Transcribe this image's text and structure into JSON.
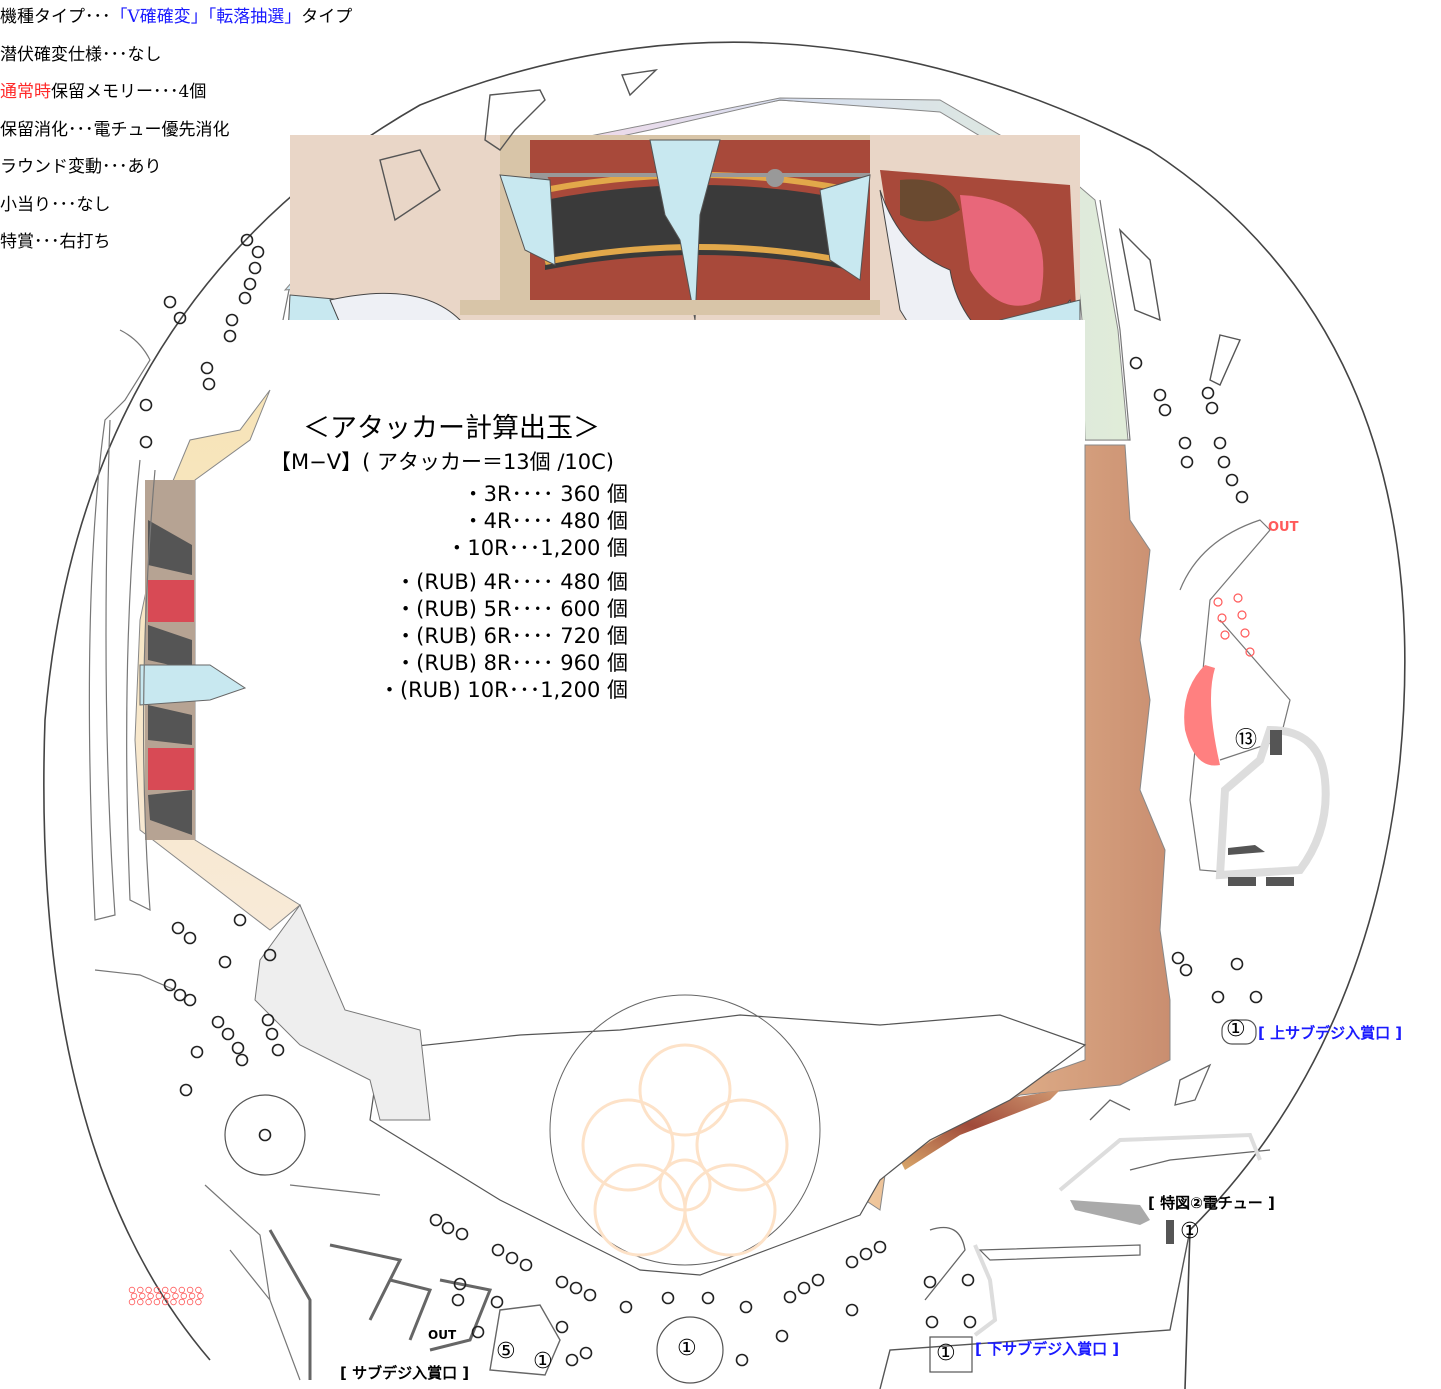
{
  "specs": [
    {
      "parts": [
        {
          "t": "機種タイプ･･･",
          "c": ""
        },
        {
          "t": "「V確確変」「転落抽選」",
          "c": "blue"
        },
        {
          "t": "タイプ",
          "c": ""
        }
      ]
    },
    {
      "parts": [
        {
          "t": "潜伏確変仕様･･･なし",
          "c": ""
        }
      ]
    },
    {
      "parts": [
        {
          "t": "通常時",
          "c": "red"
        },
        {
          "t": "保留メモリー･･･4個",
          "c": ""
        }
      ]
    },
    {
      "parts": [
        {
          "t": "保留消化･･･電チュー優先消化",
          "c": ""
        }
      ]
    },
    {
      "parts": [
        {
          "t": "ラウンド変動･･･あり",
          "c": ""
        }
      ]
    },
    {
      "parts": [
        {
          "t": "小当り･･･なし",
          "c": ""
        }
      ]
    },
    {
      "parts": [
        {
          "t": "特賞･･･右打ち",
          "c": ""
        }
      ]
    }
  ],
  "calc": {
    "title": "＜アタッカー計算出玉＞",
    "subtitle": "【M−V】( アタッカー＝13個 /10C)",
    "rows": [
      "・3R････ 360 個",
      "・4R････ 480 個",
      "・10R･･･1,200 個",
      "・(RUB) 4R････ 480 個",
      "・(RUB) 5R････ 600 個",
      "・(RUB) 6R････ 720 個",
      "・(RUB) 8R････ 960 個",
      "・(RUB) 10R･･･1,200 個"
    ]
  },
  "labels": {
    "upper_sub_digit": "[ 上サブデジ入賞口 ]",
    "lower_sub_digit": "[ 下サブデジ入賞口 ]",
    "sub_digit": "[ サブデジ入賞口 ]",
    "tokuzu2_denchu": "[ 特図②電チュー ]",
    "out_right": "OUT",
    "out_left": "OUT"
  },
  "numbers": {
    "attacker": "⑬",
    "upper": "①",
    "lower": "①",
    "denchu": "①",
    "center": "①",
    "left_five": "⑤",
    "left_one": "①"
  },
  "colors": {
    "spec_blue": "#1a1aff",
    "spec_red": "#ff2a2a",
    "out_red": "#ff5a5a"
  }
}
